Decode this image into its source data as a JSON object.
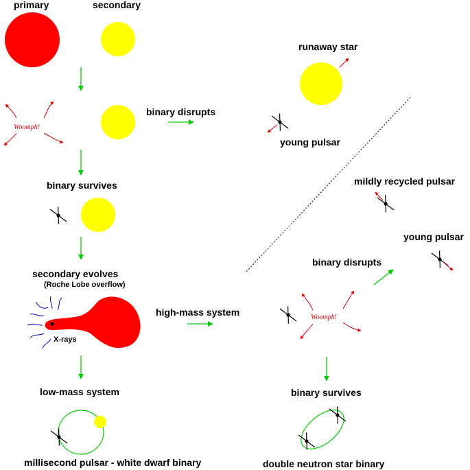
{
  "colors": {
    "star_primary": "#ff0000",
    "star_secondary": "#ffff00",
    "arrow": "#00cc00",
    "kick": "#e00000",
    "pulsar": "#000000",
    "xray": "#0000cc",
    "orbit": "#00cc00"
  },
  "labels": {
    "primary": "primary",
    "secondary": "secondary",
    "binary_disrupts_1": "binary disrupts",
    "runaway_star": "runaway star",
    "young_pulsar_1": "young pulsar",
    "binary_survives_1": "binary survives",
    "secondary_evolves": "secondary evolves",
    "roche_lobe": "(Roche Lobe overflow)",
    "xrays": "X-rays",
    "high_mass_system": "high-mass system",
    "low_mass_system": "low-mass system",
    "msp_wd_binary": "millisecond pulsar - white dwarf binary",
    "mildly_recycled": "mildly recycled pulsar",
    "young_pulsar_2": "young pulsar",
    "binary_disrupts_2": "binary disrupts",
    "binary_survives_2": "binary survives",
    "dns_binary": "double neutron star binary",
    "woomph_1": "Woomph!",
    "woomph_2": "Woomph!"
  }
}
